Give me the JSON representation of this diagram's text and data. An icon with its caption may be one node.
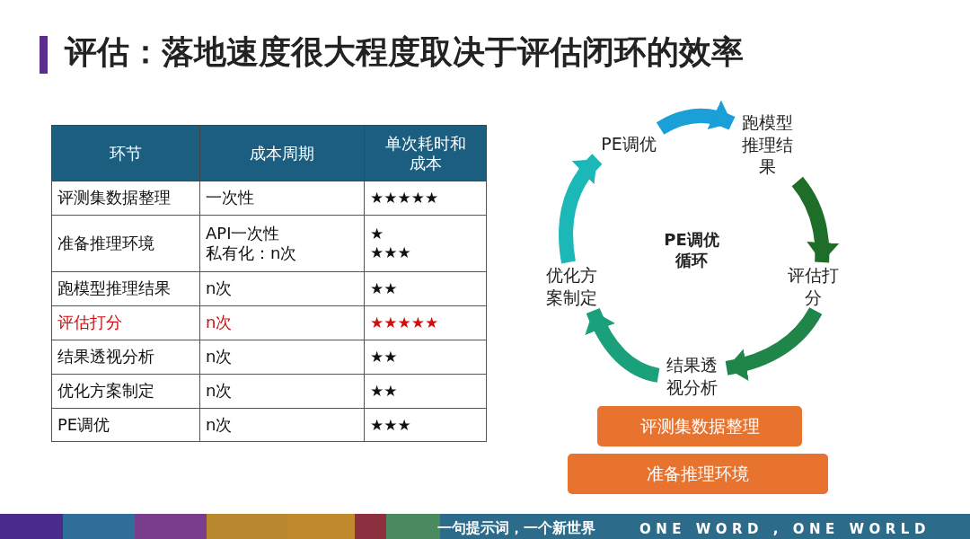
{
  "diagram": {
    "title": "评估：落地速度很大程度取决于评估闭环的效率",
    "nodes": [
      {
        "text": [
          "PE调优"
        ]
      },
      {
        "text": [
          "跑模型推理结果"
        ]
      },
      {
        "text": [
          "评估打分"
        ]
      },
      {
        "text": [
          "结果透视分析"
        ]
      },
      {
        "text": [
          "优化方案制定"
        ]
      },
      {
        "text": [
          "评测集数据整理"
        ]
      },
      {
        "text": [
          "准备推理环境"
        ]
      }
    ],
    "edges": [
      {
        "from": 0,
        "to": 1,
        "arrow": "to",
        "color": "#1a9fd6"
      },
      {
        "from": 1,
        "to": 2,
        "arrow": "to",
        "color": "#1e6e2a"
      },
      {
        "from": 2,
        "to": 3,
        "arrow": "to",
        "color": "#1f8548"
      },
      {
        "from": 3,
        "to": 4,
        "arrow": "to",
        "color": "#1aa07a"
      },
      {
        "from": 4,
        "to": 0,
        "arrow": "to",
        "color": "#1cb8b8"
      }
    ],
    "labels": [
      "环节",
      "成本周期",
      "单次耗时和成本",
      "评测集数据整理",
      "一次性",
      "★★★★★",
      "准备推理环境",
      "API一次性",
      "私有化：n次",
      "★",
      "★★★",
      "跑模型推理结果",
      "n次",
      "★★",
      "评估打分",
      "n次",
      "★★★★★",
      "结果透视分析",
      "n次",
      "★★",
      "优化方案制定",
      "n次",
      "★★",
      "PE调优",
      "n次",
      "★★★",
      "PE调优循环",
      "一句提示词，一个新世界",
      "ONE WORD , ONE WORLD"
    ]
  }
}
